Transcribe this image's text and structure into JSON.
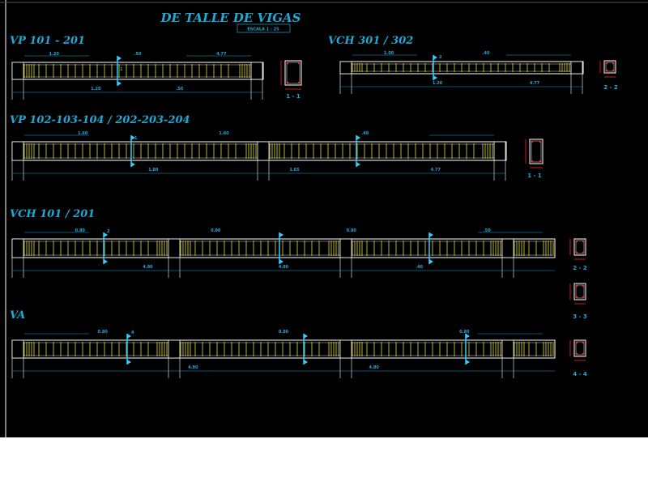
{
  "drawing": {
    "title": "DE TALLE DE VIGAS",
    "scale": "ESCALA  1 : 25",
    "colors": {
      "background": "#000000",
      "text": "#1fa9d6",
      "stirrup": "#ffff33",
      "beam": "#ffffff",
      "section": "#ff2020",
      "dimension": "#1fa9d6"
    }
  },
  "beams": [
    {
      "name": "VP 101 - 201",
      "dims": [
        "1.20",
        "1.20",
        ".50",
        ".50",
        "4.77"
      ],
      "cut": "1",
      "section": "1 - 1"
    },
    {
      "name": "VCH  301 / 302",
      "dims": [
        "1.00",
        "1.20",
        ".40",
        "4.77"
      ],
      "cut": "2",
      "section": "2 - 2"
    },
    {
      "name": "VP  102-103-104 / 202-203-204",
      "dims": [
        "1.60",
        "1.80",
        "1.60",
        "1.65",
        ".40",
        "4.77"
      ],
      "cut": "1",
      "section": "1 - 1"
    },
    {
      "name": "VCH 101 / 201",
      "dims": [
        "0.80",
        "4.80",
        "0.80",
        "4.80",
        "0.80",
        ".40",
        ".50"
      ],
      "cut": "2",
      "section": "2 - 2",
      "section2": "3 - 3"
    },
    {
      "name": "VA",
      "dims": [
        "0.80",
        "4.80",
        "0.80",
        "4.80",
        "0.80"
      ],
      "cut": "4",
      "section": "4 - 4"
    }
  ]
}
